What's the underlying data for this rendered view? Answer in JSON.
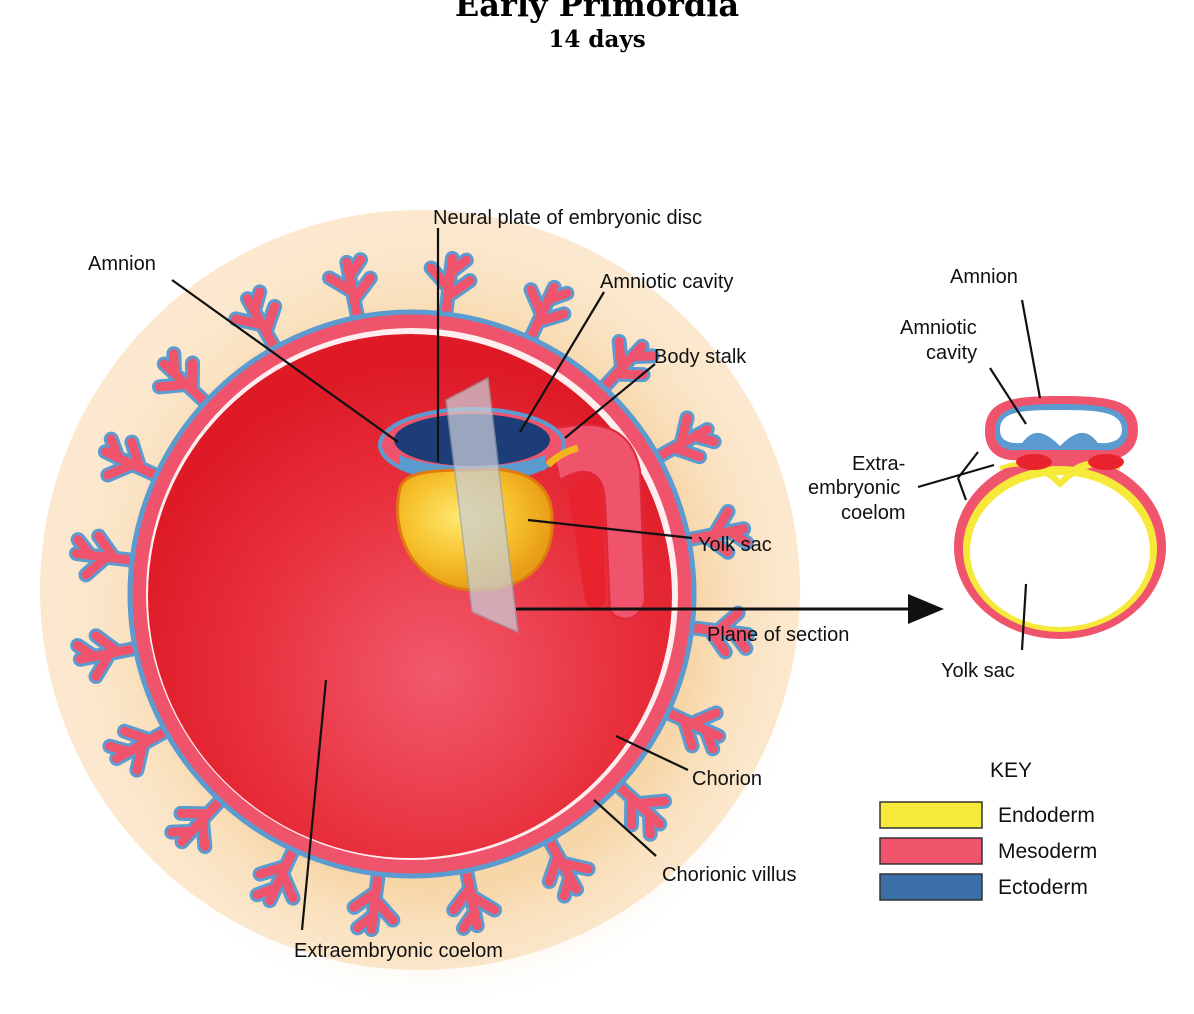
{
  "header": {
    "title": "Early Primordia",
    "subtitle": "14 days"
  },
  "main_diagram": {
    "labels": {
      "neural_plate": "Neural plate of embryonic disc",
      "amnion": "Amnion",
      "amniotic_cavity": "Amniotic cavity",
      "body_stalk": "Body stalk",
      "yolk_sac": "Yolk sac",
      "plane_of_section": "Plane of section",
      "chorion": "Chorion",
      "chorionic_villus": "Chorionic villus",
      "extraembryonic_coelom": "Extraembryonic coelom"
    }
  },
  "section_diagram": {
    "labels": {
      "amnion": "Amnion",
      "amniotic_cavity_line1": "Amniotic",
      "amniotic_cavity_line2": "cavity",
      "extra_line1": "Extra-",
      "extra_line2": "embryonic",
      "extra_line3": "coelom",
      "yolk_sac": "Yolk sac"
    }
  },
  "key": {
    "title": "KEY",
    "items": [
      {
        "label": "Endoderm",
        "color": "#f7e93a"
      },
      {
        "label": "Mesoderm",
        "color": "#f0546c"
      },
      {
        "label": "Ectoderm",
        "color": "#3a6fa8"
      }
    ]
  },
  "colors": {
    "coelom": "#e8232e",
    "mesoderm": "#f0546c",
    "ectoderm": "#5b9bd0",
    "dark_ectoderm": "#1d3d78",
    "yolk": "#f4b51c",
    "halo": "#f7d9ad"
  }
}
